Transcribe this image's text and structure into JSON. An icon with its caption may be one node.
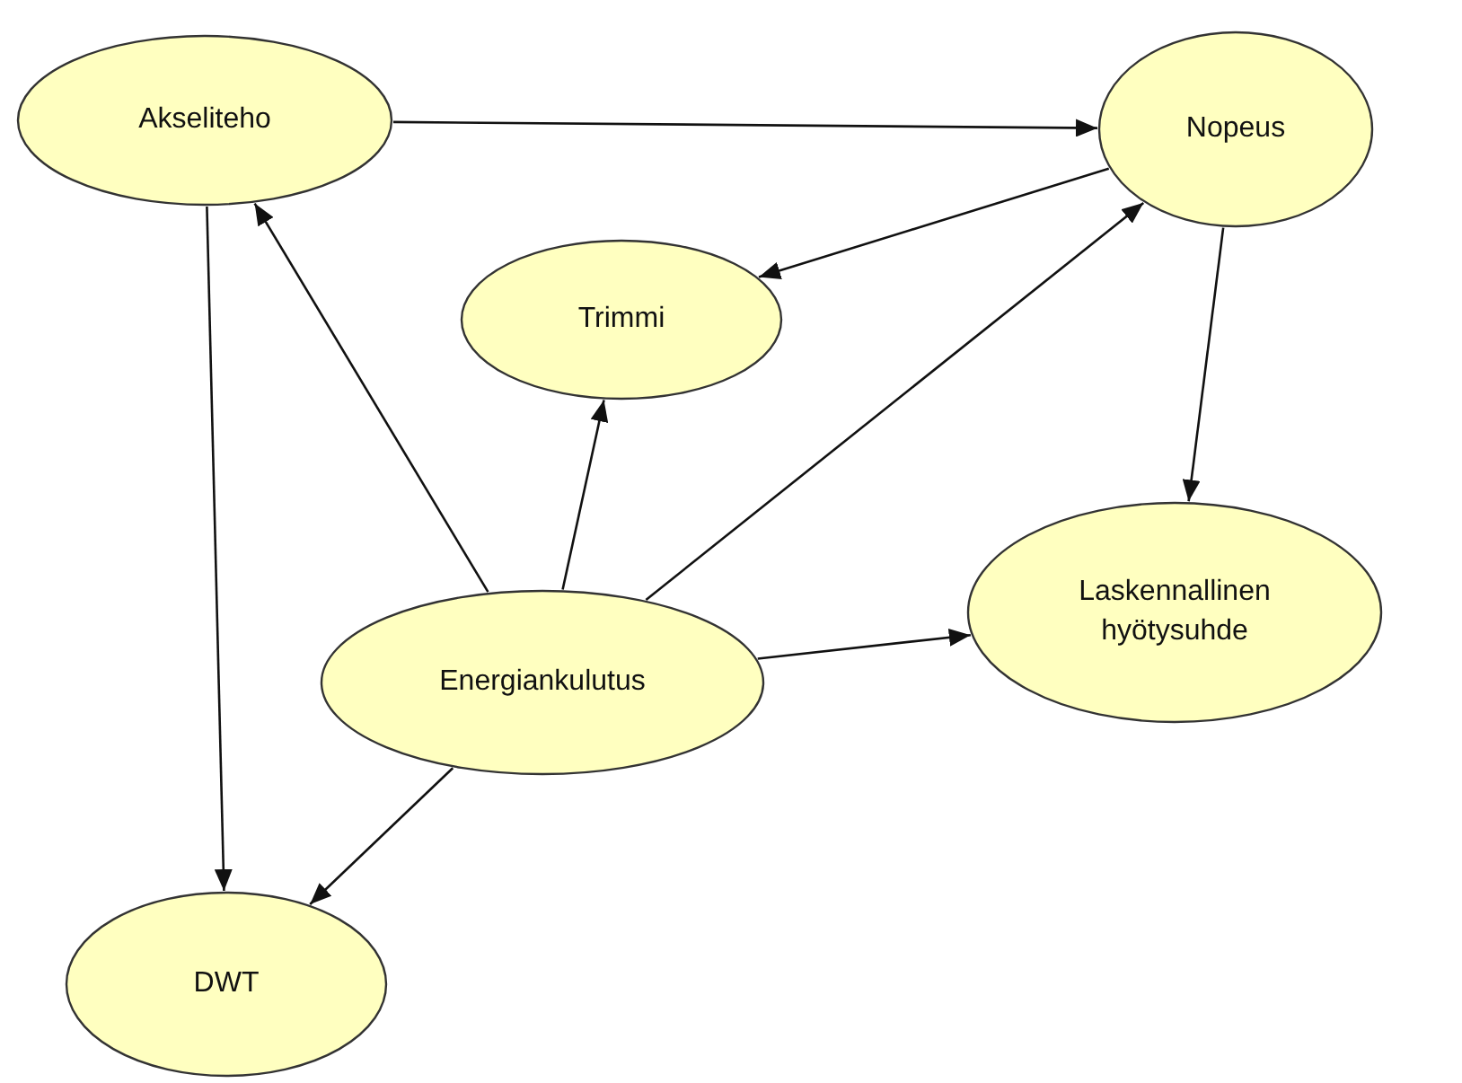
{
  "diagram": {
    "nodes": [
      {
        "text": [
          "Akseliteho"
        ]
      },
      {
        "text": [
          "Nopeus"
        ]
      },
      {
        "text": [
          "Trimmi"
        ]
      },
      {
        "text": [
          "Laskennallinen hyötysuhde"
        ]
      },
      {
        "text": [
          "Energiankulutus"
        ]
      },
      {
        "text": [
          "DWT"
        ]
      }
    ],
    "edges": [
      {
        "from": 0,
        "to": 1,
        "arrow": "to"
      },
      {
        "from": 1,
        "to": 2,
        "arrow": "to"
      },
      {
        "from": 1,
        "to": 3,
        "arrow": "to"
      },
      {
        "from": 0,
        "to": 5,
        "arrow": "to"
      },
      {
        "from": 4,
        "to": 0,
        "arrow": "to"
      },
      {
        "from": 4,
        "to": 2,
        "arrow": "to"
      },
      {
        "from": 4,
        "to": 1,
        "arrow": "to"
      },
      {
        "from": 4,
        "to": 3,
        "arrow": "to"
      },
      {
        "from": 4,
        "to": 5,
        "arrow": "to"
      }
    ]
  }
}
